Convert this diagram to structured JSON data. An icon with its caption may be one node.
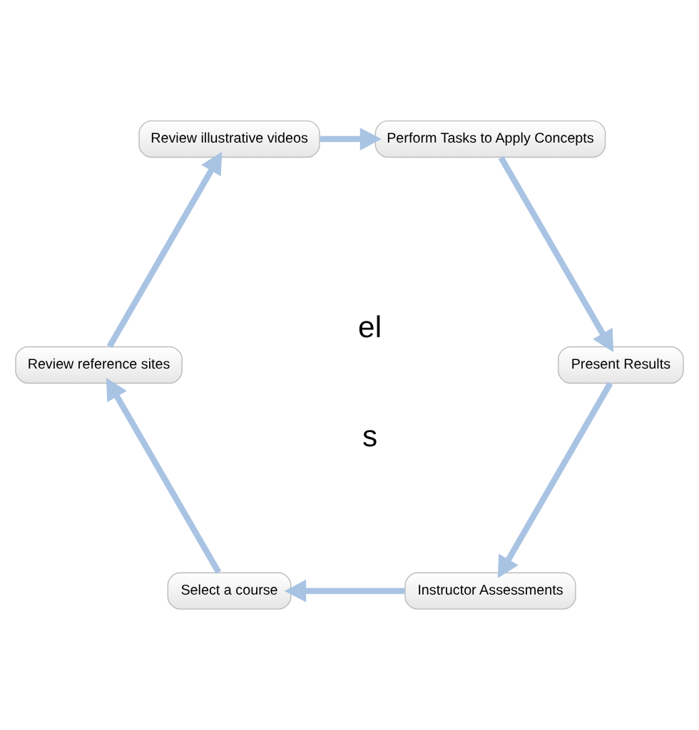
{
  "diagram": {
    "nodes": [
      {
        "text": [
          "Instructor Assessments"
        ]
      },
      {
        "text": [
          "Select a course"
        ]
      },
      {
        "text": [
          "Review reference sites"
        ]
      },
      {
        "text": [
          "Review illustrative videos"
        ]
      },
      {
        "text": [
          "Perform Tasks to Apply Concepts"
        ]
      },
      {
        "text": [
          "Present Results"
        ]
      }
    ],
    "edges": [
      {
        "from": 0,
        "to": 1,
        "arrow": "to"
      },
      {
        "from": 1,
        "to": 2,
        "arrow": "to"
      },
      {
        "from": 2,
        "to": 3,
        "arrow": "to"
      },
      {
        "from": 3,
        "to": 4,
        "arrow": "to"
      },
      {
        "from": 4,
        "to": 5,
        "arrow": "to"
      },
      {
        "from": 5,
        "to": 0,
        "arrow": "to"
      }
    ],
    "labels": [
      "el",
      "s"
    ]
  }
}
